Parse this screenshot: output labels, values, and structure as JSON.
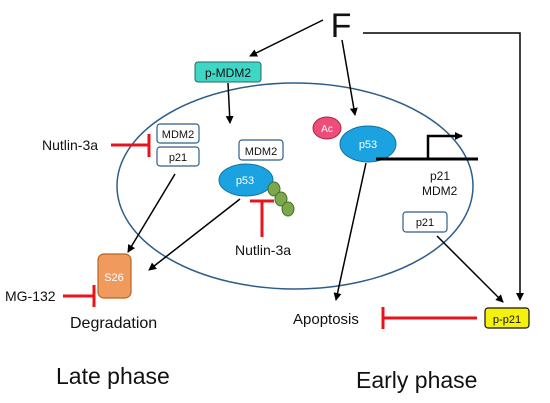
{
  "factor": "F",
  "boxes": {
    "p_mdm2": "p-MDM2",
    "mdm2_late": "MDM2",
    "p21_late": "p21",
    "mdm2_complex": "MDM2",
    "p21_early": "p21",
    "p_p21": "p-p21"
  },
  "ovals": {
    "p53_late": "p53",
    "p53_early": "p53",
    "ac": "Ac",
    "s26": "S26"
  },
  "labels": {
    "nutlin_top": "Nutlin-3a",
    "nutlin_bottom": "Nutlin-3a",
    "mg132": "MG-132",
    "degradation": "Degradation",
    "apoptosis": "Apoptosis",
    "gene_p21": "p21",
    "gene_mdm2": "MDM2"
  },
  "phases": {
    "late": "Late phase",
    "early": "Early phase"
  },
  "colors": {
    "cell_border": "#2e5d8a",
    "p53_fill": "#1aa3e0",
    "p_mdm2_fill": "#3fd6c6",
    "ac_fill": "#ee4d7a",
    "s26_fill": "#f19a5e",
    "p_p21_fill": "#f4f20a",
    "ubiquitin_fill": "#7aa84a",
    "inhibit": "#e8141b"
  }
}
